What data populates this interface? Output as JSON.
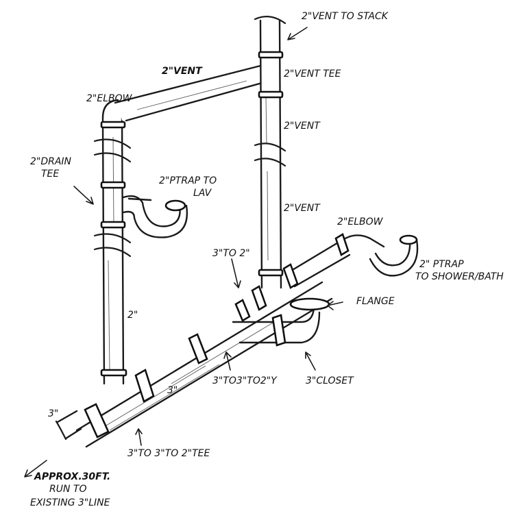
{
  "labels": {
    "vent_to_stack": "2\"VENT TO STACK",
    "vent_top": "2\"VENT",
    "vent_tee": "2\"VENT TEE",
    "elbow_top": "2\"ELBOW",
    "vent_mid": "2\"VENT",
    "drain_tee_line1": "2\"DRAIN",
    "drain_tee_line2": "TEE",
    "ptrap_lav_line1": "2\"PTRAP TO",
    "ptrap_lav_line2": "LAV",
    "vent_low": "2\"VENT",
    "elbow_right": "2\"ELBOW",
    "reducer": "3\"TO 2\"",
    "ptrap_shower_line1": "2\" PTRAP",
    "ptrap_shower_line2": "TO SHOWER/BATH",
    "flange": "FLANGE",
    "two_inch": "2\"",
    "main_3in_left": "3\"",
    "main_3in_mid": "3\"",
    "wye": "3\"TO3\"TO2\"Y",
    "closet": "3\"CLOSET",
    "tee_3_3_2": "3\"TO 3\"TO 2\"TEE",
    "run_line1": "APPROX.30FT.",
    "run_line2": "RUN TO",
    "run_line3": "EXISTING 3\"LINE"
  }
}
